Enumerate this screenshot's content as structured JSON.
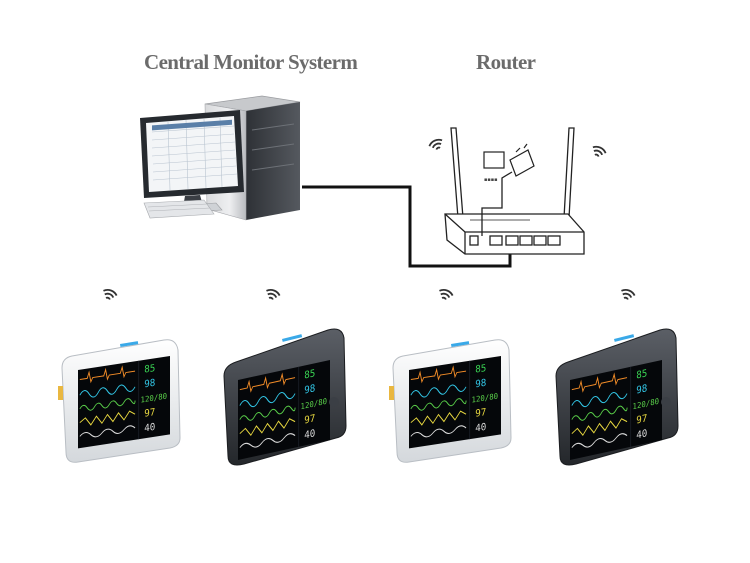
{
  "labels": {
    "central_monitor": "Central Monitor Systerm",
    "router": "Router"
  },
  "monitor_readouts": [
    "85",
    "98",
    "120/80",
    "97",
    "40"
  ],
  "monitor_count": 4,
  "colors": {
    "label_gray": "#6b6b6b",
    "cable": "#111111",
    "hr_green": "#39d353",
    "spo2_cyan": "#33c8e8",
    "nibp_green": "#5ad04a",
    "temp_yellow": "#e8d840",
    "resp_white": "#dcdcdc",
    "ecg_orange": "#f28c28"
  },
  "icons": [
    "desktop-computer-icon",
    "wireless-router-icon",
    "power-adapter-icon",
    "wifi-signal-icon",
    "patient-monitor-icon"
  ]
}
